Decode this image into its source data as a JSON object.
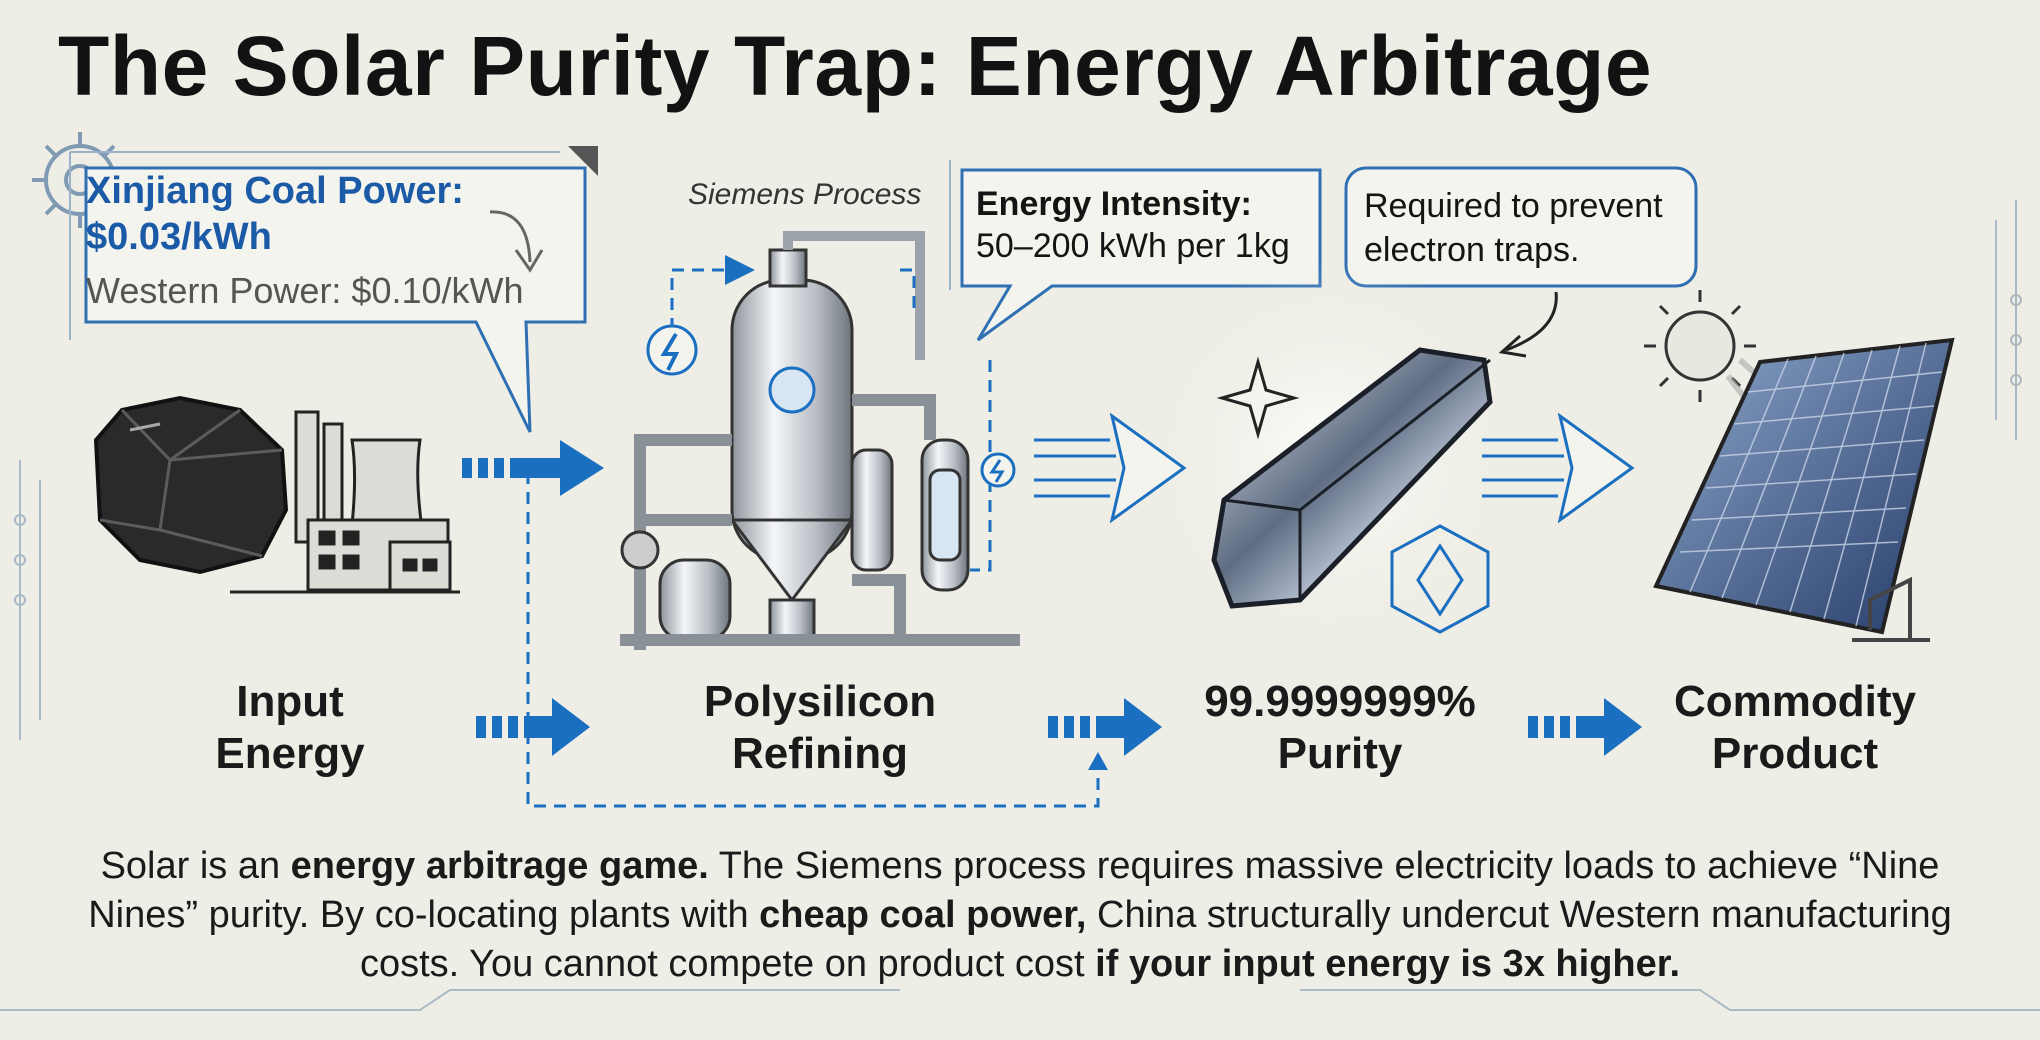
{
  "title": "The Solar Purity Trap: Energy Arbitrage",
  "callouts": {
    "coal_title_line1": "Xinjiang Coal Power:",
    "coal_title_line2": "$0.03/kWh",
    "coal_sub": "Western Power: $0.10/kWh",
    "siemens": "Siemens Process",
    "energy_title": "Energy Intensity:",
    "energy_sub": "50–200 kWh per 1kg",
    "traps_line1": "Required to prevent",
    "traps_line2": "electron traps."
  },
  "stages": [
    {
      "line1": "Input",
      "line2": "Energy"
    },
    {
      "line1": "Polysilicon",
      "line2": "Refining"
    },
    {
      "line1": "99.9999999%",
      "line2": "Purity"
    },
    {
      "line1": "Commodity",
      "line2": "Product"
    }
  ],
  "footer": {
    "p1": "Solar is an ",
    "b1": "energy arbitrage game.",
    "p2": " The Siemens process requires massive electricity loads to achieve “Nine Nines” purity. By co-locating plants with ",
    "b2": "cheap coal power,",
    "p3": " China structurally undercut Western manufacturing costs. You cannot compete on product cost ",
    "b3": "if your input energy is 3x higher."
  },
  "colors": {
    "accent_blue": "#1b6fc0",
    "text_dark": "#141414",
    "background": "#eeeee6"
  },
  "icons": [
    "coal-rock-icon",
    "power-plant-icon",
    "refinery-icon",
    "silicon-crystal-icon",
    "sun-icon",
    "solar-panel-icon",
    "lightning-icon",
    "gear-icon"
  ]
}
